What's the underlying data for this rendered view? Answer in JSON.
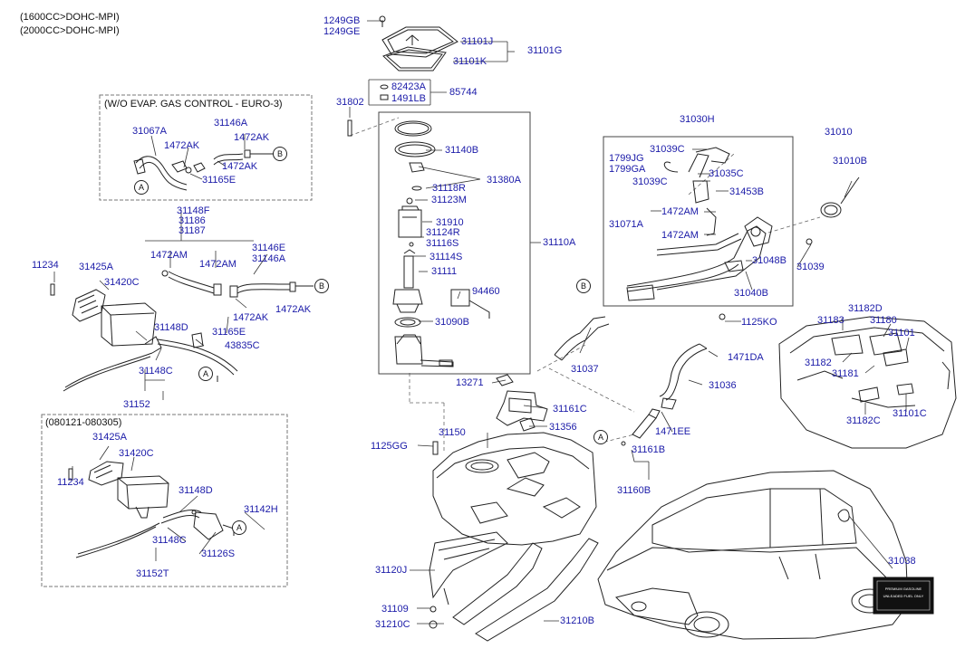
{
  "header": {
    "line1": "(1600CC>DOHC-MPI)",
    "line2": "(2000CC>DOHC-MPI)"
  },
  "boxes": {
    "wo_evap": "(W/O EVAP. GAS CONTROL - EURO-3)",
    "date_range": "(080121-080305)"
  },
  "connectors": {
    "a": "A",
    "b": "B"
  },
  "labels": {
    "p1249GB": "1249GB",
    "p1249GE": "1249GE",
    "p31101J": "31101J",
    "p31101K": "31101K",
    "p31101G": "31101G",
    "p82423A": "82423A",
    "p1491LB": "1491LB",
    "p85744": "85744",
    "p31802": "31802",
    "p31067A": "31067A",
    "p31146A_top": "31146A",
    "p1472AK_t1": "1472AK",
    "p1472AK_t2": "1472AK",
    "p1472AK_t3": "1472AK",
    "p31165E_top": "31165E",
    "p31140B": "31140B",
    "p31380A": "31380A",
    "p31118R": "31118R",
    "p31123M": "31123M",
    "p31910": "31910",
    "p31124R": "31124R",
    "p31116S": "31116S",
    "p31110A": "31110A",
    "p31114S": "31114S",
    "p31111": "31111",
    "p94460": "94460",
    "p31090B": "31090B",
    "p31030H": "31030H",
    "p31039C_a": "31039C",
    "p1799JG": "1799JG",
    "p1799GA": "1799GA",
    "p31035C": "31035C",
    "p31039C_b": "31039C",
    "p31453B": "31453B",
    "p31071A": "31071A",
    "p1472AM_r1": "1472AM",
    "p1472AM_r2": "1472AM",
    "p31048B": "31048B",
    "p31040B": "31040B",
    "p1125KO": "1125KO",
    "p31010": "31010",
    "p31010B": "31010B",
    "p31039": "31039",
    "p31148F": "31148F",
    "p31186": "31186",
    "p31187": "31187",
    "p1472AM_l1": "1472AM",
    "p1472AM_l2": "1472AM",
    "p31146E": "31146E",
    "p31146A_mid": "31146A",
    "p11234_a": "11234",
    "p31425A_a": "31425A",
    "p31420C_a": "31420C",
    "p1472AK_m1": "1472AK",
    "p1472AK_m2": "1472AK",
    "p31148D_a": "31148D",
    "p31165E_mid": "31165E",
    "p43835C": "43835C",
    "p31148C_a": "31148C",
    "p31152": "31152",
    "p31425A_b": "31425A",
    "p31420C_b": "31420C",
    "p11234_b": "11234",
    "p31148D_b": "31148D",
    "p31142H": "31142H",
    "p31148C_b": "31148C",
    "p31126S": "31126S",
    "p31152T": "31152T",
    "p31037": "31037",
    "p1471DA": "1471DA",
    "p31036": "31036",
    "p1471EE": "1471EE",
    "p13271": "13271",
    "p31161C": "31161C",
    "p31150": "31150",
    "p31356": "31356",
    "p1125GG": "1125GG",
    "p31161B": "31161B",
    "p31160B": "31160B",
    "p31120J": "31120J",
    "p31109": "31109",
    "p31210C": "31210C",
    "p31210B": "31210B",
    "p31182D": "31182D",
    "p31183": "31183",
    "p31180": "31180",
    "p31101_r": "31101",
    "p31182": "31182",
    "p31181": "31181",
    "p31182C": "31182C",
    "p31101C": "31101C",
    "p31038": "31038"
  },
  "label_text": {
    "lines": [
      "PREMIUM GASOLINE",
      "UNLEADED FUEL ONLY"
    ]
  }
}
